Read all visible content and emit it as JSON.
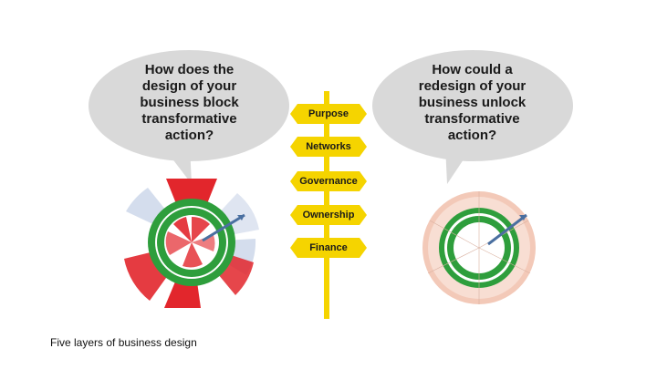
{
  "left_bubble": {
    "text": "How does the design of your business block transformative action?"
  },
  "right_bubble": {
    "text": "How could a redesign of your business unlock transformative action?"
  },
  "signpost": {
    "signs": [
      {
        "label": "Purpose"
      },
      {
        "label": "Networks"
      },
      {
        "label": "Governance"
      },
      {
        "label": "Ownership"
      },
      {
        "label": "Finance"
      }
    ]
  },
  "caption": "Five layers of business design",
  "colors": {
    "bubble": "#d9d9d9",
    "sign": "#f5d400",
    "donut_green": "#2e9e3c",
    "overshoot_red": "#e2262c",
    "peach": "#f3c9b8"
  }
}
